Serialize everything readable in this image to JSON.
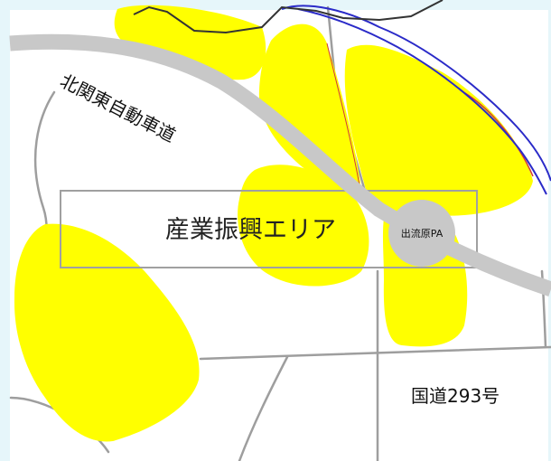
{
  "map": {
    "expressway_label": "北関東自動車道",
    "industrial_area_label": "産業振興エリア",
    "parking_area_label": "出流原PA",
    "national_route_label": "国道293号"
  },
  "colors": {
    "border": "#e6f6fa",
    "background": "#ffffff",
    "development_zone": "#ffff00",
    "expressway": "#c8c8c8",
    "local_road": "#9e9e9e",
    "river": "#2a2ac8",
    "boundary_line": "#333333",
    "area_box": "#a0a0a0",
    "accent_red": "#d23a3a"
  }
}
